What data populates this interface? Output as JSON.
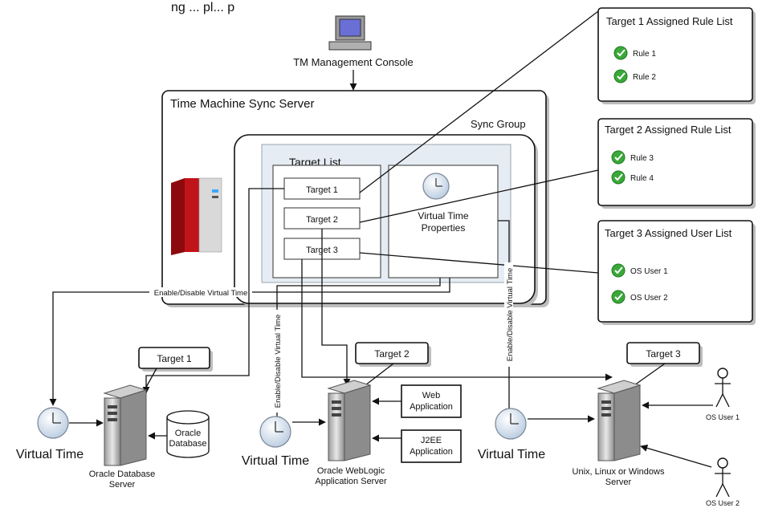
{
  "header": {
    "partial_title": "ng ... pl... p"
  },
  "console": {
    "label": "TM Management Console"
  },
  "server": {
    "title": "Time Machine Sync Server"
  },
  "sync_group": {
    "label": "Sync Group"
  },
  "target_list": {
    "title": "Target List",
    "items": [
      "Target 1",
      "Target 2",
      "Target 3"
    ]
  },
  "virtual_props": {
    "line1": "Virtual Time",
    "line2": "Properties"
  },
  "rule_lists": [
    {
      "title": "Target 1 Assigned Rule List",
      "items": [
        "Rule 1",
        "Rule 2"
      ]
    },
    {
      "title": "Target 2 Assigned Rule List",
      "items": [
        "Rule 3",
        "Rule 4"
      ]
    },
    {
      "title": "Target 3 Assigned User List",
      "items": [
        "OS User 1",
        "OS User 2"
      ]
    }
  ],
  "edge_labels": {
    "enable_disable": "Enable/Disable Virtual Time"
  },
  "targets_bottom": [
    "Target 1",
    "Target 2",
    "Target 3"
  ],
  "virtual_time_label": "Virtual Time",
  "oracle_db": {
    "line1": "Oracle",
    "line2": "Database"
  },
  "oracle_db_server": {
    "line1": "Oracle Database",
    "line2": "Server"
  },
  "weblogic_server": {
    "line1": "Oracle WebLogic",
    "line2": "Application Server"
  },
  "web_app": {
    "line1": "Web",
    "line2": "Application"
  },
  "j2ee_app": {
    "line1": "J2EE",
    "line2": "Application"
  },
  "unix_server": {
    "line1": "Unix, Linux or Windows",
    "line2": "Server"
  },
  "os_users": [
    "OS User 1",
    "OS User 2"
  ],
  "colors": {
    "check_green": "#3aa83a",
    "rack_red": "#c0141a",
    "panel_blue": "#e6ecf3"
  }
}
